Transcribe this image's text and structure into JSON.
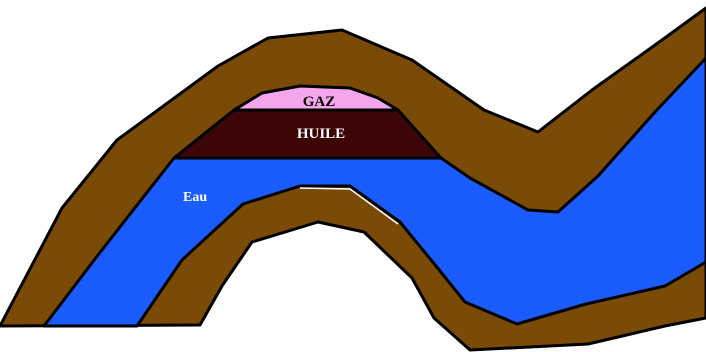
{
  "labels": {
    "gas": "GAZ",
    "oil": "HUILE",
    "water": "Eau"
  },
  "colors": {
    "rock": "#7a4b07",
    "water": "#1a5cff",
    "oil": "#3d0606",
    "gas": "#f3a6ec",
    "outline": "#000000",
    "oil_label": "#ffffff",
    "gas_label": "#000000",
    "water_label": "#ffffff"
  }
}
